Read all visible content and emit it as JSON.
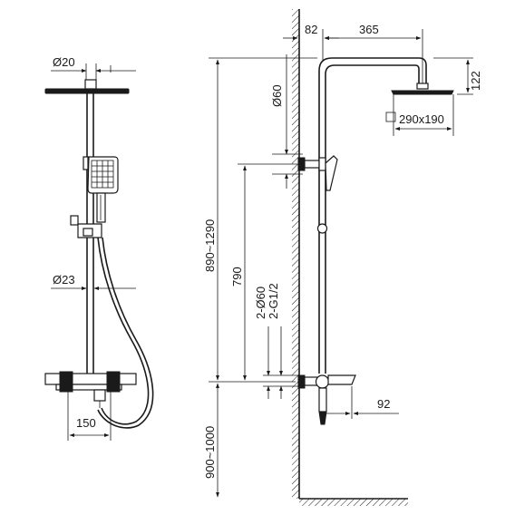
{
  "dimensions": {
    "front_head_pipe_diameter": "Ø20",
    "front_riser_diameter": "Ø23",
    "front_valve_width": "150",
    "side_wall_offset": "82",
    "side_arm_length": "365",
    "side_head_drop": "122",
    "side_head_size": "290x190",
    "side_riser_diameter": "Ø60",
    "side_total_height": "890~1290",
    "side_rail_height": "790",
    "side_inlet_spacing": "2-Ø60",
    "side_inlet_thread": "2-G1/2",
    "side_valve_depth": "92",
    "side_install_height": "900~1000"
  },
  "colors": {
    "line": "#1a1a1a",
    "background": "#ffffff",
    "wall_hatch": "#1a1a1a"
  }
}
